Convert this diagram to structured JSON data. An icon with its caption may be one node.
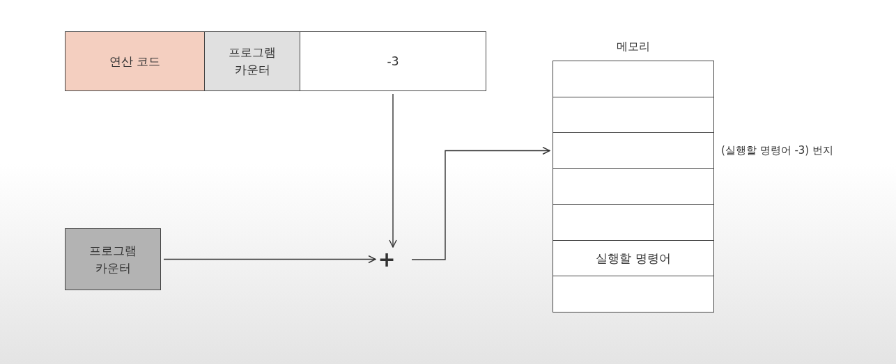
{
  "diagram": {
    "nodes": [
      {
        "text": [
          "연산 코드"
        ]
      },
      {
        "text": [
          "프로그램 카운터"
        ]
      },
      {
        "text": [
          "-3"
        ]
      },
      {
        "text": [
          "프로그램 카운터"
        ]
      },
      {
        "text": [
          "+"
        ]
      },
      {
        "text": [
          "메모리"
        ]
      },
      {
        "text": [],
        "shape": "box",
        "in": 5
      },
      {
        "text": [],
        "shape": "box",
        "in": 5
      },
      {
        "text": [],
        "shape": "box",
        "in": 5,
        "beside": [
          "(실행할 명령어 -3) 번지"
        ]
      },
      {
        "text": [],
        "shape": "box",
        "in": 5
      },
      {
        "text": [],
        "shape": "box",
        "in": 5
      },
      {
        "text": [
          "실행할 명령어"
        ],
        "in": 5
      },
      {
        "text": [],
        "shape": "box",
        "in": 5
      }
    ],
    "edges": [
      {
        "from": 2,
        "to": 4,
        "arrow": "to"
      },
      {
        "from": 3,
        "to": 4,
        "arrow": "to"
      },
      {
        "from": 4,
        "to": 8,
        "arrow": "to"
      }
    ]
  }
}
